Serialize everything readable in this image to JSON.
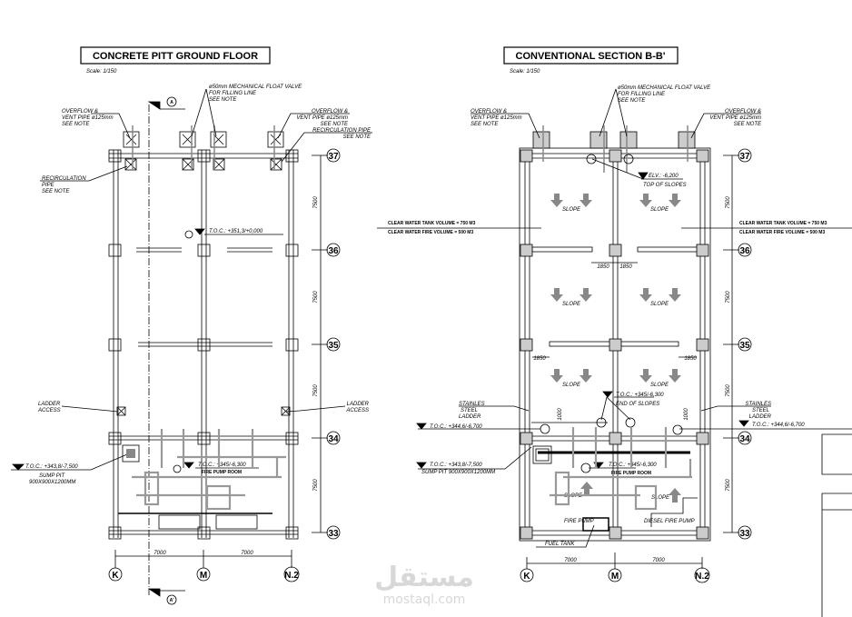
{
  "plan": {
    "title": "CONCRETE PITT GROUND FLOOR",
    "scale": "Scale: 1/150",
    "section_mark_top": "A",
    "section_mark_bottom": "A'",
    "float_valve": [
      "ø50mm MECHANICAL FLOAT VALVE",
      "FOR FILLING LINE",
      "SEE NOTE"
    ],
    "overflow_left": [
      "OVERFLOW &",
      "VENT PIPE ø125mm",
      "SEE NOTE"
    ],
    "overflow_right": [
      "OVERFLOW &",
      "VENT PIPE ø125mm",
      "SEE NOTE"
    ],
    "recirc_right": [
      "RECIRCULATION PIPE",
      "SEE NOTE"
    ],
    "recirc_left": [
      "RECIRCULATION",
      "PIPE",
      "SEE NOTE"
    ],
    "toc_top": "T.O.C.: +351,3/+0,000",
    "ladder_left": [
      "LADDER",
      "ACCESS"
    ],
    "ladder_right": [
      "LADDER",
      "ACCESS"
    ],
    "sump_toc": "T.O.C.: +343,8/-7,500",
    "sump": [
      "SUMP PIT",
      "900X900X1200MM"
    ],
    "pump_toc": "T.O.C.: +345/-6,300",
    "pump_room": "FIRE PUMP ROOM",
    "rows": [
      "37",
      "36",
      "35",
      "34",
      "33"
    ],
    "row_dims": [
      "7500",
      "7500",
      "7500",
      "7500"
    ],
    "cols": [
      "K",
      "M",
      "N.2"
    ],
    "col_dims": [
      "7000",
      "7000"
    ]
  },
  "section": {
    "title": "CONVENTIONAL SECTION B-B'",
    "scale": "Scale: 1/150",
    "float_valve": [
      "ø50mm MECHANICAL FLOAT VALVE",
      "FOR FILLING LINE",
      "SEE NOTE"
    ],
    "overflow_left": [
      "OVERFLOW &",
      "VENT PIPE ø125mm",
      "SEE NOTE"
    ],
    "overflow_right": [
      "OVERFLOW &",
      "VENT PIPE ø125mm",
      "SEE NOTE"
    ],
    "elv": "ELV.: -6,200",
    "top_slopes": "TOP OF SLOPES",
    "slope": "SLOPE",
    "volume_left": [
      "CLEAR WATER TANK VOLUME = 750 M3",
      "CLEAR WATER FIRE VOLUME = 500 M3"
    ],
    "volume_right": [
      "CLEAR WATER TANK VOLUME = 750 M3",
      "CLEAR WATER FIRE VOLUME = 500 M3"
    ],
    "dim_1850": "1850",
    "end_toc": "T.O.C.: +345/-6,300",
    "end_slopes": "END OF SLOPES",
    "ladder_left": [
      "STAINLES",
      "STEEL",
      "LADDER"
    ],
    "ladder_right": [
      "STAINLES",
      "STEEL",
      "LADDER"
    ],
    "toc_left": "T.O.C.: +344,6/-6,700",
    "toc_right": "T.O.C.: +344,6/-6,700",
    "dim_1000": "1000",
    "sump_toc": "T.O.C.: +343,8/-7,500",
    "sump": "SUMP PIT 900X900X1200MM",
    "pump_toc": "T.O.C.: +345/-6,300",
    "pump_room": "FIRE PUMP ROOM",
    "fire_pump": "FIRE PUMP",
    "diesel_pump": "DIESEL FIRE PUMP",
    "fuel_tank": "FUEL TANK",
    "rows": [
      "37",
      "36",
      "35",
      "34",
      "33"
    ],
    "row_dims": [
      "7500",
      "7500",
      "7500",
      "7500"
    ],
    "cols": [
      "K",
      "M",
      "N.2"
    ],
    "col_dims": [
      "7000",
      "7000"
    ]
  },
  "watermark": {
    "arabic": "مستقل",
    "latin": "mostaql.com"
  }
}
